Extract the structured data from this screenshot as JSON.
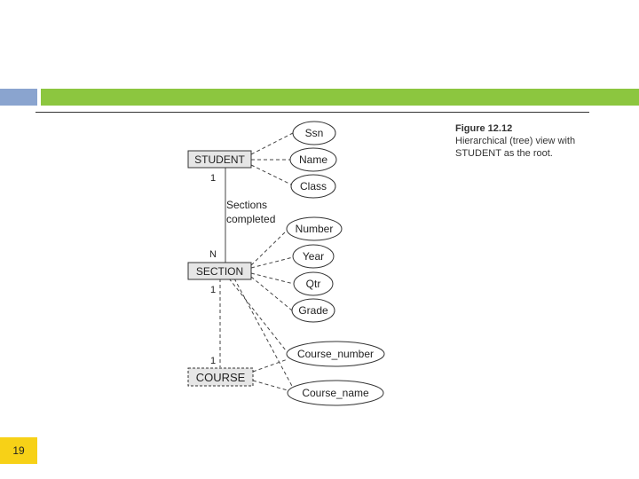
{
  "slide": {
    "number": "19"
  },
  "caption": {
    "title": "Figure 12.12",
    "line1": "Hierarchical (tree) view with",
    "line2": "STUDENT as the root."
  },
  "diagram": {
    "entities": {
      "student": "STUDENT",
      "section": "SECTION",
      "course": "COURSE"
    },
    "attributes": {
      "ssn": "Ssn",
      "name": "Name",
      "class": "Class",
      "number": "Number",
      "year": "Year",
      "qtr": "Qtr",
      "grade": "Grade",
      "course_number": "Course_number",
      "course_name": "Course_name"
    },
    "relationship": {
      "line1": "Sections",
      "line2": "completed"
    },
    "cardinalities": {
      "student_side": "1",
      "section_side": "N",
      "section_course_side": "1",
      "course_side": "1"
    }
  },
  "colors": {
    "band_blue": "#8aa4cf",
    "band_green": "#8cc63f",
    "slide_number_bg": "#f7d117",
    "entity_fill": "#e6e6e6"
  }
}
